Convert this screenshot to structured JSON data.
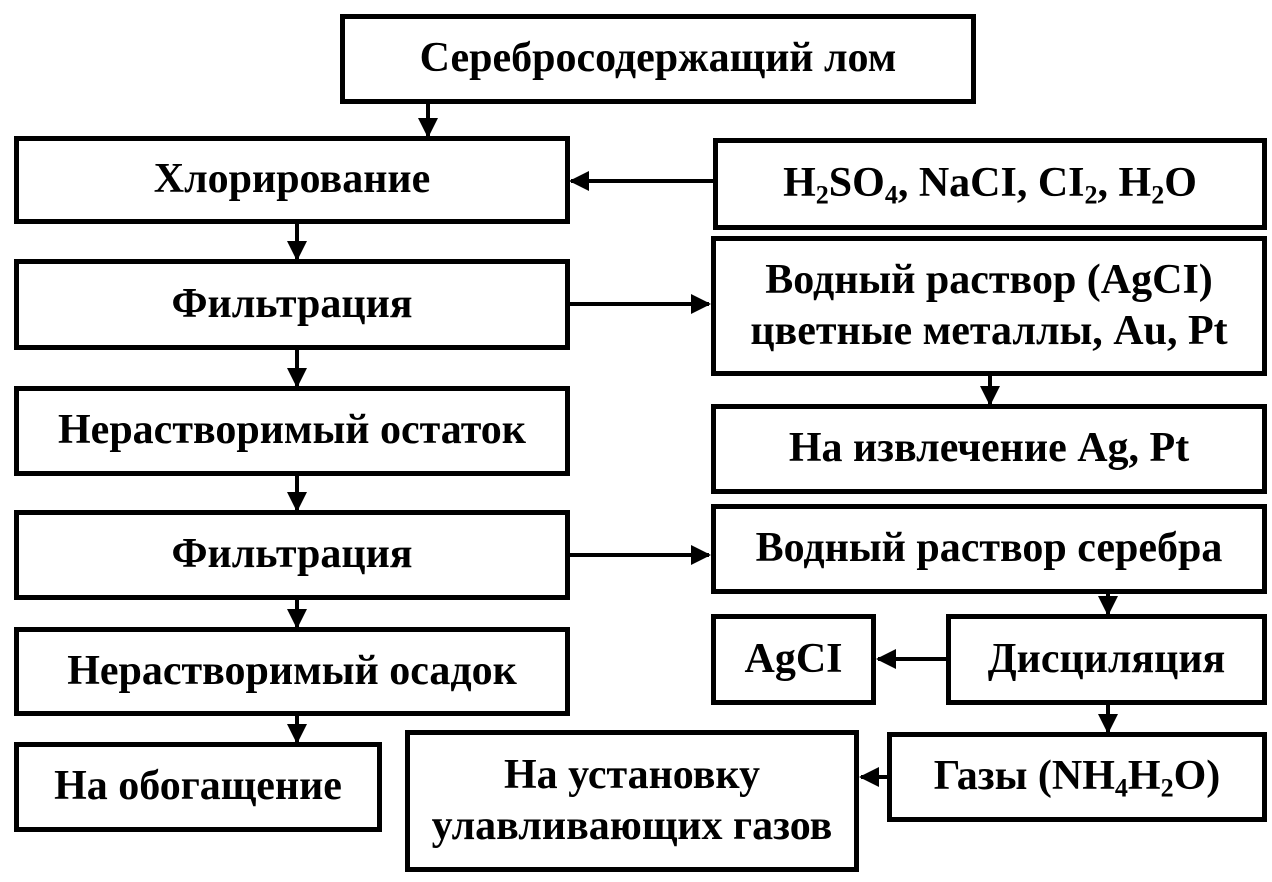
{
  "nodes": {
    "scrap": "Серебросодержащий лом",
    "chlorination": "Хлорирование",
    "reagents": {
      "h": "H",
      "h_sub": "2",
      "so": "SO",
      "so_sub": "4",
      "nacl": ", NaCI, CI",
      "cl_sub": "2",
      "h2": ", H",
      "h2_sub": "2",
      "o": "O"
    },
    "filtration_1": "Фильтрация",
    "aqueous_solution_agcl": {
      "line1": "Водный раствор (AgCI)",
      "line2": "цветные металлы, Au, Pt"
    },
    "insoluble_residue": "Нерастворимый остаток",
    "extraction_ag_pt": "На извлечение Ag, Pt",
    "filtration_2": "Фильтрация",
    "silver_solution": "Водный раствор серебра",
    "insoluble_precipitate": "Нерастворимый осадок",
    "agcl": "AgCI",
    "distillation": "Дисциляция",
    "enrichment": "На обогащение",
    "gas_capture": {
      "line1": "На установку",
      "line2": "улавливающих газов"
    },
    "gases": {
      "prefix": "Газы (NH",
      "sub1": "4",
      "mid": "H",
      "sub2": "2",
      "suffix": "O)"
    }
  },
  "colors": {
    "ink": "#000000",
    "paper": "#ffffff"
  }
}
